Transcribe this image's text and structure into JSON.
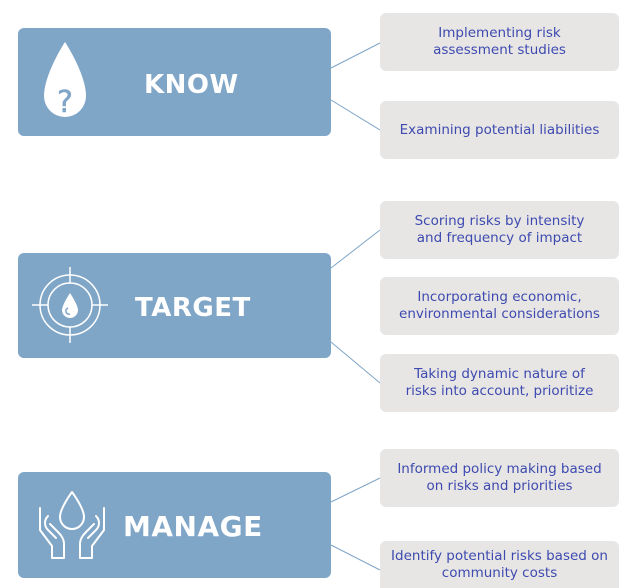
{
  "sections": [
    {
      "title": "KNOW",
      "icon": "question-drop-icon",
      "items": [
        "Implementing risk\nassessment studies",
        "Examining potential liabilities"
      ]
    },
    {
      "title": "TARGET",
      "icon": "target-drop-icon",
      "items": [
        "Scoring risks by intensity\nand frequency of impact",
        "Incorporating economic,\nenvironmental considerations",
        "Taking dynamic nature of\nrisks into account, prioritize"
      ]
    },
    {
      "title": "MANAGE",
      "icon": "hands-drop-icon",
      "items": [
        "Informed policy making based\non risks and priorities",
        "Identify potential risks based on\ncommunity costs"
      ]
    }
  ],
  "colors": {
    "panel": "#7fa5c7",
    "note_bg": "#e8e6e4",
    "note_text": "#3d4ab0",
    "connector": "#7fa5c7"
  }
}
